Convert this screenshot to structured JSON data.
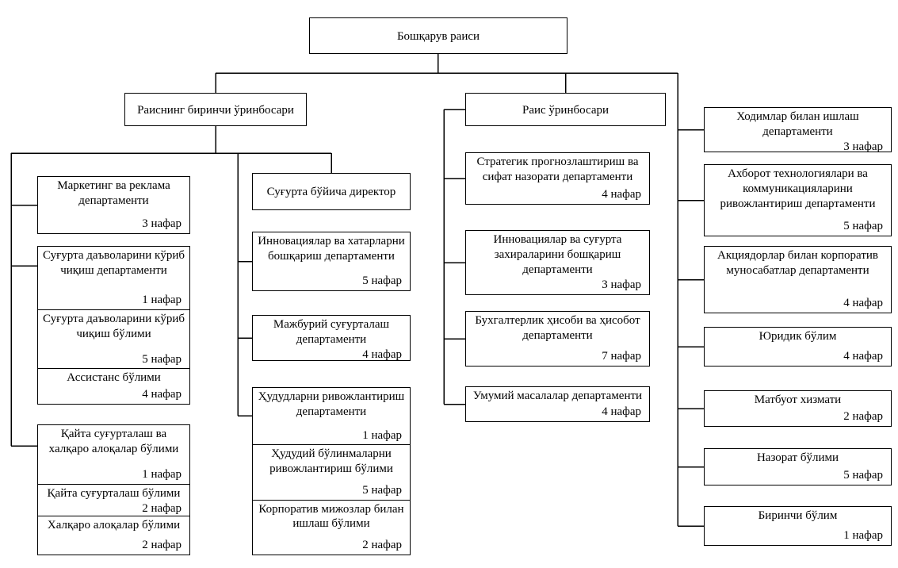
{
  "chairman": {
    "title": "Бошқарув раиси"
  },
  "first_deputy": {
    "title": "Раиснинг биринчи ўринбосари"
  },
  "vice_chairman": {
    "title": "Раис ўринбосари"
  },
  "insurance_director": {
    "title": "Суғурта бўйича директор"
  },
  "left_column": [
    {
      "title": "Маркетинг ва реклама департаменти",
      "count": "3 нафар"
    },
    {
      "title": "Суғурта даъволарини кўриб чиқиш департаменти",
      "count": "1 нафар"
    },
    {
      "title": "Суғурта даъволарини кўриб чиқиш бўлими",
      "count": "5 нафар"
    },
    {
      "title": "Ассистанс бўлими",
      "count": "4 нафар"
    },
    {
      "title": "Қайта суғурталаш ва халқаро алоқалар бўлими",
      "count": "1 нафар"
    },
    {
      "title": "Қайта суғурталаш бўлими",
      "count": "2 нафар"
    },
    {
      "title": "Халқаро алоқалар бўлими",
      "count": "2 нафар"
    }
  ],
  "insurance_column": [
    {
      "title": "Инновациялар ва хатарларни бошқариш департаменти",
      "count": "5 нафар"
    },
    {
      "title": "Мажбурий суғурталаш департаменти",
      "count": "4 нафар"
    },
    {
      "title": "Ҳудудларни ривожлантириш департаменти",
      "count": "1 нафар"
    },
    {
      "title": "Ҳудудий бўлинмаларни ривожлантириш бўлими",
      "count": "5 нафар"
    },
    {
      "title": "Корпоратив мижозлар билан ишлаш бўлими",
      "count": "2 нафар"
    }
  ],
  "vice_column": [
    {
      "title": "Стратегик прогнозлаштириш ва сифат назорати департаменти",
      "count": "4 нафар"
    },
    {
      "title": "Инновациялар ва суғурта захираларини бошқариш департаменти",
      "count": "3 нафар"
    },
    {
      "title": "Бухгалтерлик ҳисоби ва ҳисобот департаменти",
      "count": "7 нафар"
    },
    {
      "title": "Умумий масалалар департаменти",
      "count": "4 нафар"
    }
  ],
  "right_column": [
    {
      "title": "Ходимлар билан ишлаш департаменти",
      "count": "3 нафар"
    },
    {
      "title": "Ахборот технологиялари ва коммуникацияларини ривожлантириш департаменти",
      "count": "5 нафар"
    },
    {
      "title": "Акциядорлар билан корпоратив муносабатлар департаменти",
      "count": "4 нафар"
    },
    {
      "title": "Юридик бўлим",
      "count": "4 нафар"
    },
    {
      "title": "Матбуот хизмати",
      "count": "2 нафар"
    },
    {
      "title": "Назорат бўлими",
      "count": "5 нафар"
    },
    {
      "title": "Биринчи бўлим",
      "count": "1 нафар"
    }
  ]
}
